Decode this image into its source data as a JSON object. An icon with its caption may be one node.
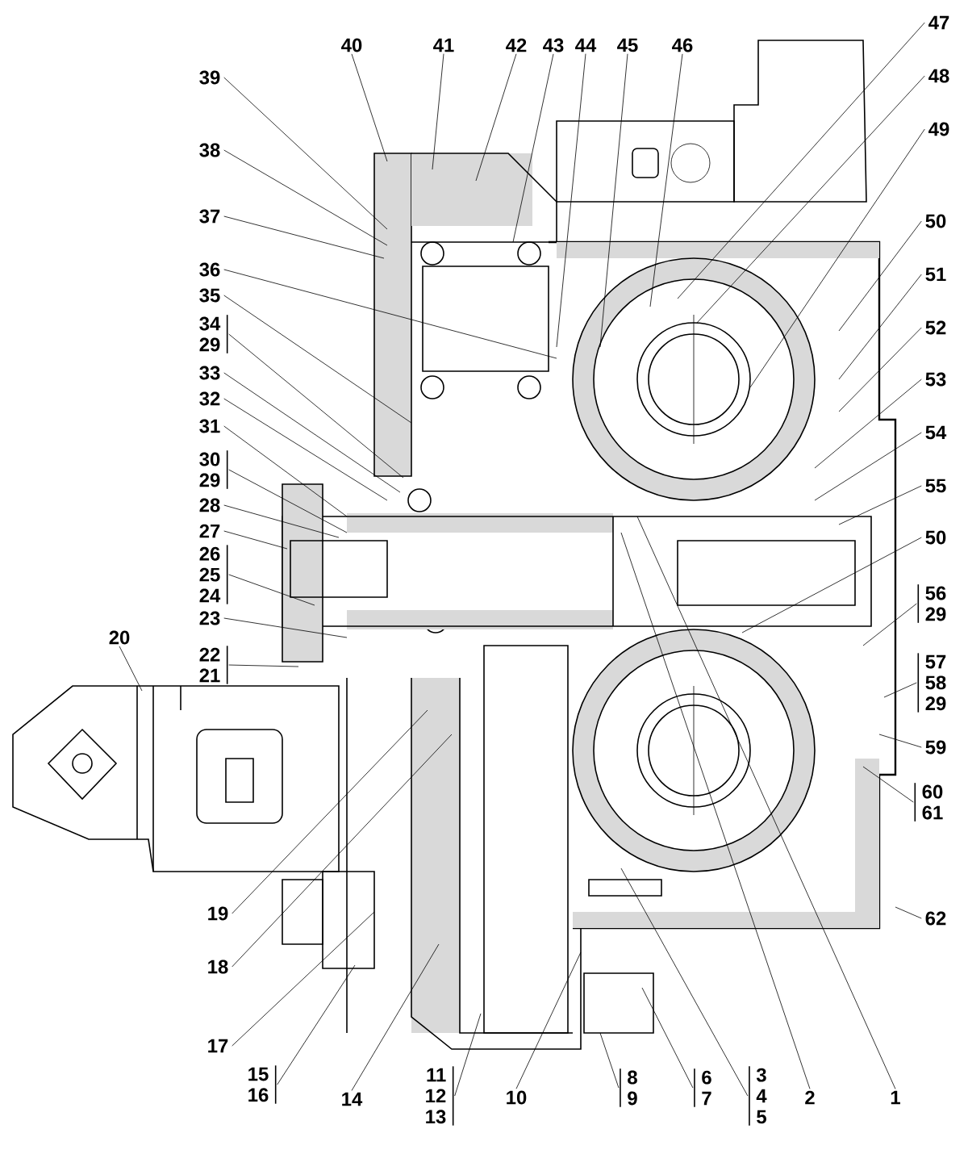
{
  "diagram": {
    "nodes": [
      {
        "text": [
          "40"
        ]
      },
      {
        "text": [
          "41"
        ]
      },
      {
        "text": [
          "42"
        ]
      },
      {
        "text": [
          "43"
        ]
      },
      {
        "text": [
          "44"
        ]
      },
      {
        "text": [
          "45"
        ]
      },
      {
        "text": [
          "46"
        ]
      },
      {
        "text": [
          "47"
        ]
      },
      {
        "text": [
          "48"
        ]
      },
      {
        "text": [
          "49"
        ]
      },
      {
        "text": [
          "39"
        ]
      },
      {
        "text": [
          "38"
        ]
      },
      {
        "text": [
          "37"
        ]
      },
      {
        "text": [
          "36"
        ]
      },
      {
        "text": [
          "35"
        ]
      },
      {
        "text": [
          "34",
          "29"
        ]
      },
      {
        "text": [
          "33"
        ]
      },
      {
        "text": [
          "32"
        ]
      },
      {
        "text": [
          "31"
        ]
      },
      {
        "text": [
          "30",
          "29"
        ]
      },
      {
        "text": [
          "28"
        ]
      },
      {
        "text": [
          "27"
        ]
      },
      {
        "text": [
          "26",
          "25",
          "24"
        ]
      },
      {
        "text": [
          "23"
        ]
      },
      {
        "text": [
          "22",
          "21"
        ]
      },
      {
        "text": [
          "20"
        ]
      },
      {
        "text": [
          "50"
        ]
      },
      {
        "text": [
          "51"
        ]
      },
      {
        "text": [
          "52"
        ]
      },
      {
        "text": [
          "53"
        ]
      },
      {
        "text": [
          "54"
        ]
      },
      {
        "text": [
          "55"
        ]
      },
      {
        "text": [
          "50"
        ]
      },
      {
        "text": [
          "56",
          "29"
        ]
      },
      {
        "text": [
          "57",
          "58",
          "29"
        ]
      },
      {
        "text": [
          "59"
        ]
      },
      {
        "text": [
          "60",
          "61"
        ]
      },
      {
        "text": [
          "62"
        ]
      },
      {
        "text": [
          "19"
        ]
      },
      {
        "text": [
          "18"
        ]
      },
      {
        "text": [
          "17"
        ]
      },
      {
        "text": [
          "15",
          "16"
        ]
      },
      {
        "text": [
          "14"
        ]
      },
      {
        "text": [
          "11",
          "12",
          "13"
        ]
      },
      {
        "text": [
          "10"
        ]
      },
      {
        "text": [
          "8",
          "9"
        ]
      },
      {
        "text": [
          "6",
          "7"
        ]
      },
      {
        "text": [
          "3",
          "4",
          "5"
        ]
      },
      {
        "text": [
          "2"
        ]
      },
      {
        "text": [
          "1"
        ]
      }
    ],
    "edges": [
      {
        "from": 0,
        "to": null,
        "arrow": "none"
      },
      {
        "from": 1,
        "to": null,
        "arrow": "none"
      },
      {
        "from": 2,
        "to": null,
        "arrow": "none"
      },
      {
        "from": 3,
        "to": null,
        "arrow": "none"
      },
      {
        "from": 4,
        "to": null,
        "arrow": "none"
      },
      {
        "from": 5,
        "to": null,
        "arrow": "none"
      },
      {
        "from": 6,
        "to": null,
        "arrow": "none"
      },
      {
        "from": 7,
        "to": null,
        "arrow": "none"
      },
      {
        "from": 8,
        "to": null,
        "arrow": "none"
      },
      {
        "from": 9,
        "to": null,
        "arrow": "none"
      },
      {
        "from": 10,
        "to": null,
        "arrow": "none"
      },
      {
        "from": 11,
        "to": null,
        "arrow": "none"
      },
      {
        "from": 12,
        "to": null,
        "arrow": "none"
      },
      {
        "from": 13,
        "to": null,
        "arrow": "none"
      },
      {
        "from": 14,
        "to": null,
        "arrow": "none"
      },
      {
        "from": 15,
        "to": null,
        "arrow": "none"
      },
      {
        "from": 16,
        "to": null,
        "arrow": "none"
      },
      {
        "from": 17,
        "to": null,
        "arrow": "none"
      },
      {
        "from": 18,
        "to": null,
        "arrow": "none"
      },
      {
        "from": 19,
        "to": null,
        "arrow": "none"
      },
      {
        "from": 20,
        "to": null,
        "arrow": "none"
      },
      {
        "from": 21,
        "to": null,
        "arrow": "none"
      },
      {
        "from": 22,
        "to": null,
        "arrow": "none"
      },
      {
        "from": 23,
        "to": null,
        "arrow": "none"
      },
      {
        "from": 24,
        "to": null,
        "arrow": "none"
      },
      {
        "from": 25,
        "to": null,
        "arrow": "none"
      },
      {
        "from": 26,
        "to": null,
        "arrow": "none"
      },
      {
        "from": 27,
        "to": null,
        "arrow": "none"
      },
      {
        "from": 28,
        "to": null,
        "arrow": "none"
      },
      {
        "from": 29,
        "to": null,
        "arrow": "none"
      },
      {
        "from": 30,
        "to": null,
        "arrow": "none"
      },
      {
        "from": 31,
        "to": null,
        "arrow": "none"
      },
      {
        "from": 32,
        "to": null,
        "arrow": "none"
      },
      {
        "from": 33,
        "to": null,
        "arrow": "none"
      },
      {
        "from": 34,
        "to": null,
        "arrow": "none"
      },
      {
        "from": 35,
        "to": null,
        "arrow": "none"
      },
      {
        "from": 36,
        "to": null,
        "arrow": "none"
      },
      {
        "from": 37,
        "to": null,
        "arrow": "none"
      },
      {
        "from": 38,
        "to": null,
        "arrow": "none"
      },
      {
        "from": 39,
        "to": null,
        "arrow": "none"
      },
      {
        "from": 40,
        "to": null,
        "arrow": "none"
      },
      {
        "from": 41,
        "to": null,
        "arrow": "none"
      },
      {
        "from": 42,
        "to": null,
        "arrow": "none"
      },
      {
        "from": 43,
        "to": null,
        "arrow": "none"
      },
      {
        "from": 44,
        "to": null,
        "arrow": "none"
      },
      {
        "from": 45,
        "to": null,
        "arrow": "none"
      },
      {
        "from": 46,
        "to": null,
        "arrow": "none"
      },
      {
        "from": 47,
        "to": null,
        "arrow": "none"
      },
      {
        "from": 48,
        "to": null,
        "arrow": "none"
      },
      {
        "from": 49,
        "to": null,
        "arrow": "none"
      }
    ]
  }
}
